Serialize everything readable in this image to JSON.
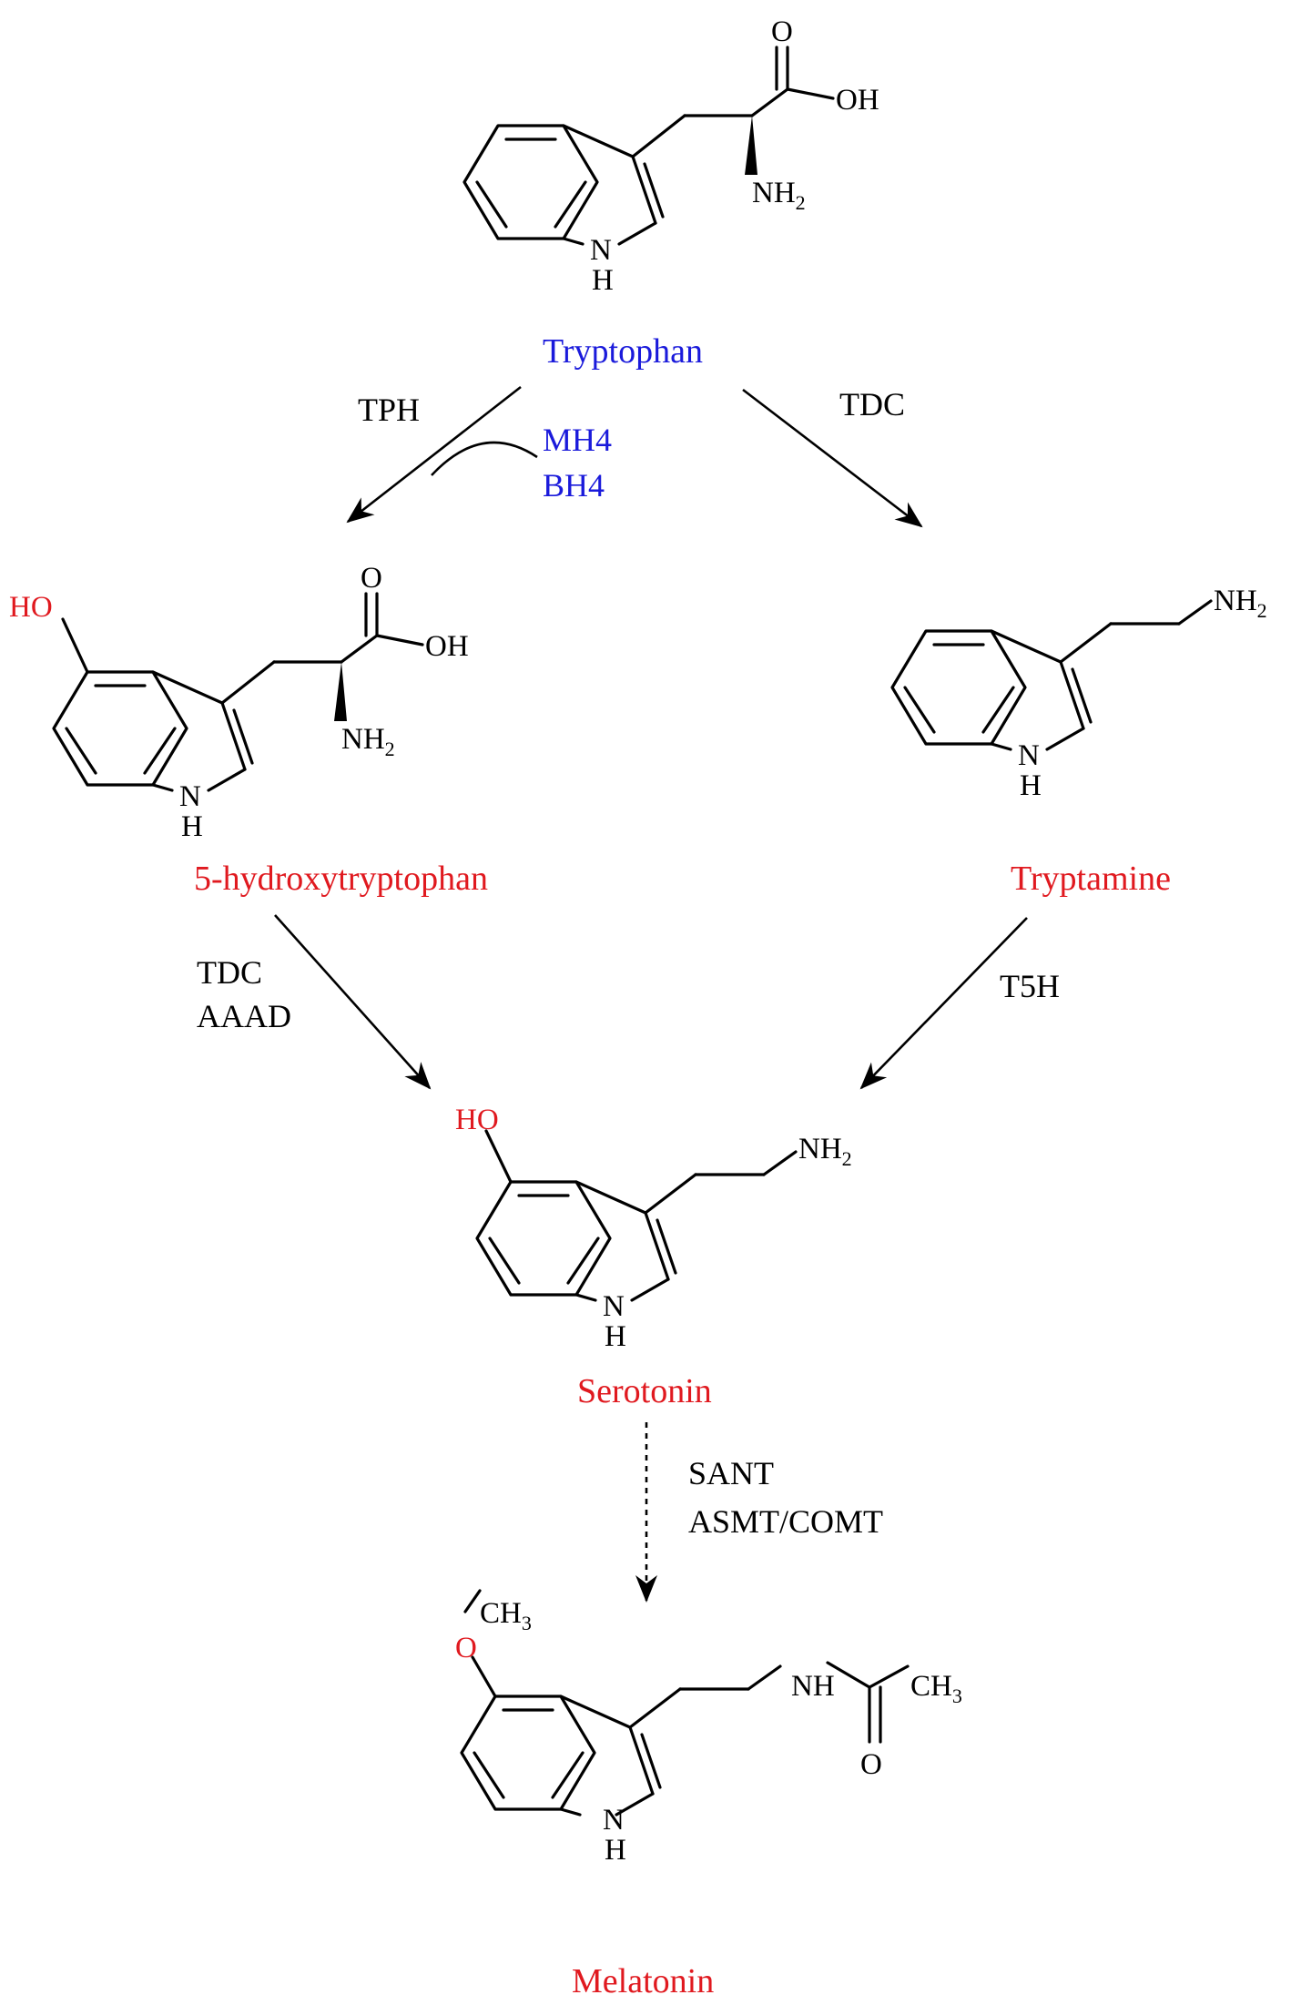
{
  "compounds": {
    "tryptophan": {
      "name": "Tryptophan",
      "color": "#1a1adb"
    },
    "hydroxytryptophan": {
      "name": "5-hydroxytryptophan",
      "color": "#e0191f"
    },
    "tryptamine": {
      "name": "Tryptamine",
      "color": "#e0191f"
    },
    "serotonin": {
      "name": "Serotonin",
      "color": "#e0191f"
    },
    "melatonin": {
      "name": "Melatonin",
      "color": "#e0191f"
    }
  },
  "atoms": {
    "oxygen": "O",
    "hydroxyl": "OH",
    "amine_N": "NH",
    "amine_sub": "2",
    "ring_N": "N",
    "ring_H": "H",
    "hydroxy_prefix": "HO",
    "methoxy_O": "O",
    "methyl_C": "CH",
    "methyl_sub": "3",
    "amide_NH": "NH"
  },
  "enzymes": {
    "tph": "TPH",
    "tdc_right": "TDC",
    "tdc_left": "TDC",
    "aaad": "AAAD",
    "t5h": "T5H",
    "sant": "SANT",
    "asmt_comt": "ASMT/COMT"
  },
  "cofactors": {
    "mh4": "MH4",
    "bh4": "BH4",
    "color": "#1a1adb"
  },
  "colors": {
    "hydroxyl_highlight": "#e0191f",
    "text": "#000000"
  }
}
